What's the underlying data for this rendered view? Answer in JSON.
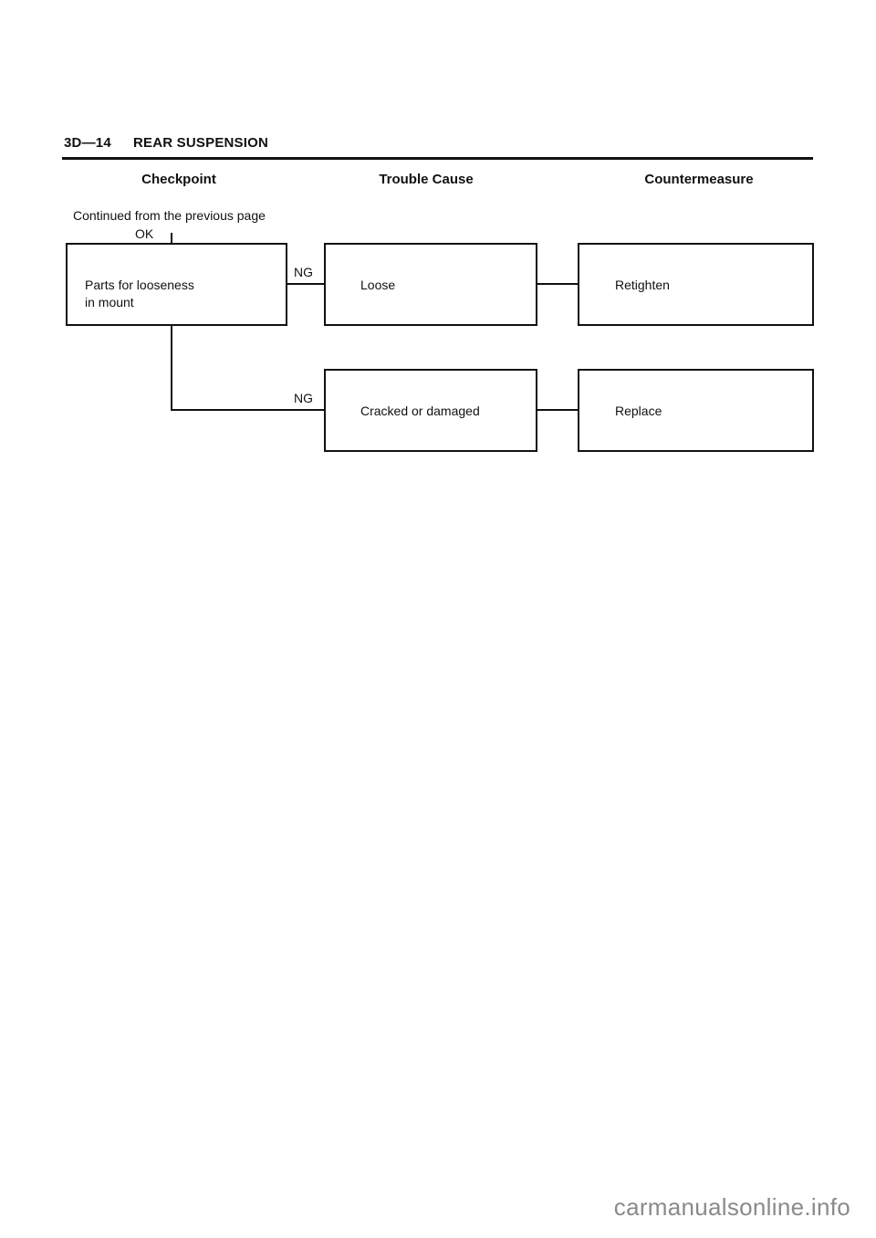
{
  "header": {
    "section_code": "3D—14",
    "section_title": "REAR SUSPENSION"
  },
  "columns": {
    "checkpoint": "Checkpoint",
    "trouble_cause": "Trouble Cause",
    "countermeasure": "Countermeasure"
  },
  "flow": {
    "continued_note": "Continued from the previous page",
    "ok_label": "OK",
    "checkpoint_text_line1": "Parts for looseness",
    "checkpoint_text_line2": "in mount",
    "branches": [
      {
        "result": "NG",
        "cause": "Loose",
        "countermeasure": "Retighten"
      },
      {
        "result": "NG",
        "cause": "Cracked or damaged",
        "countermeasure": "Replace"
      }
    ]
  },
  "watermark": "carmanualsonline.info"
}
